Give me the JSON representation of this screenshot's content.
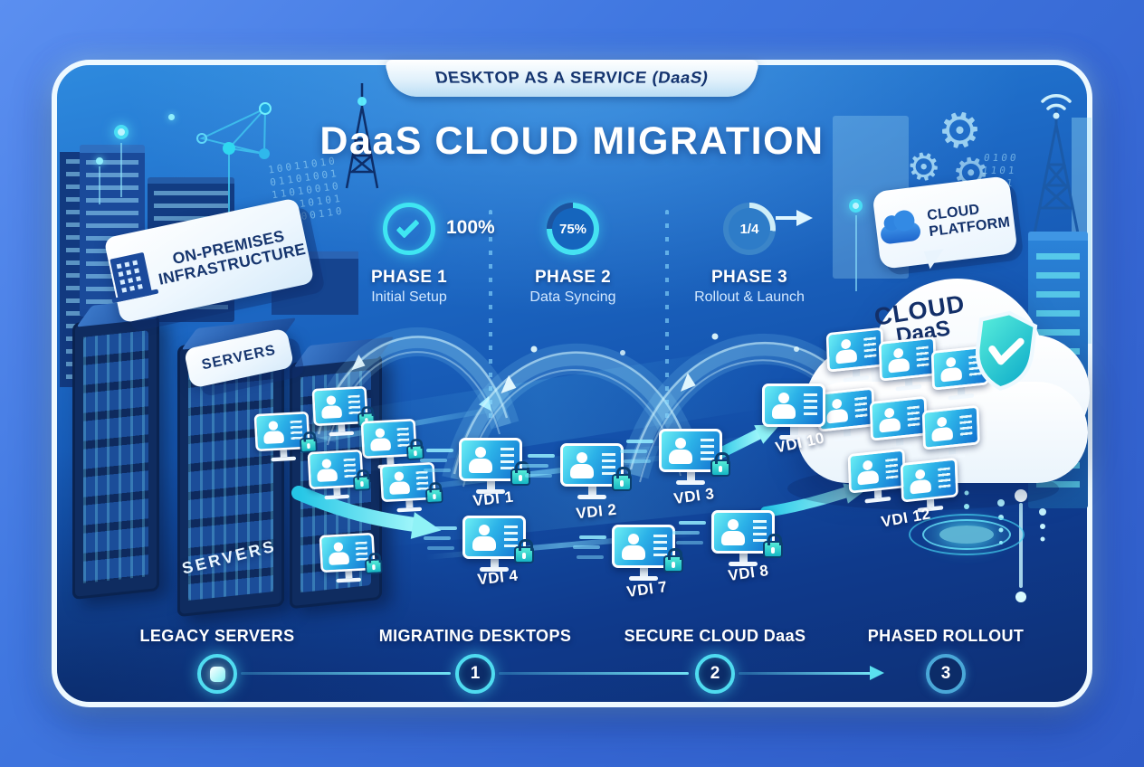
{
  "banner": {
    "label": "DESKTOP AS A SERVICE (DaaS)"
  },
  "title": "DaaS CLOUD MIGRATION",
  "on_premises": {
    "line1": "ON-PREMISES",
    "line2": "INFRASTRUCTURE",
    "servers_sign": "SERVERS",
    "servers_floor": "SERVERS"
  },
  "phases": [
    {
      "name": "PHASE 1",
      "subtitle": "Initial Setup",
      "progress": "100%"
    },
    {
      "name": "PHASE 2",
      "subtitle": "Data Syncing",
      "progress": "75%"
    },
    {
      "name": "PHASE 3",
      "subtitle": "Rollout & Launch",
      "progress": "1/4"
    }
  ],
  "cloud": {
    "bubble_line1": "CLOUD",
    "bubble_line2": "PLATFORM",
    "label_line1": "CLOUD",
    "label_line2": "DaaS"
  },
  "vdi_labels": [
    "VDI 1",
    "VDI 2",
    "VDI 3",
    "VDI 4",
    "VDI 7",
    "VDI 8",
    "VDI 10",
    "VDI 12"
  ],
  "legend": {
    "items": [
      {
        "label": "LEGACY SERVERS",
        "marker": ""
      },
      {
        "label": "MIGRATING DESKTOPS",
        "marker": "1"
      },
      {
        "label": "SECURE CLOUD DaaS",
        "marker": "2"
      },
      {
        "label": "PHASED ROLLOUT",
        "marker": "3"
      }
    ]
  },
  "decor": {
    "binary_left": "10011010\n01101001\n11010010\n00110101\n10100110",
    "binary_right": "0100\n1101\n0011\n1010\n0110\n1001",
    "colors": {
      "accent_teal": "#3FE0F0",
      "deep_navy": "#0E2F74",
      "text_navy": "#14336E",
      "white": "#FFFFFF"
    }
  }
}
